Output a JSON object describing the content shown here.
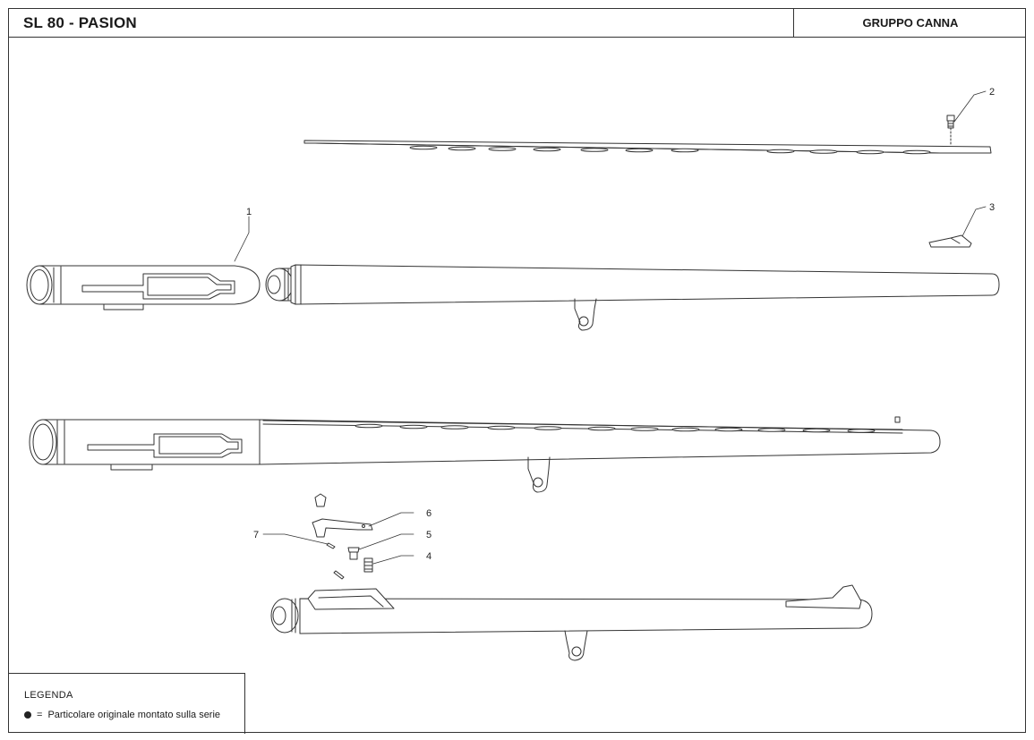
{
  "header": {
    "title": "SL 80 - PASION",
    "group": "GRUPPO CANNA"
  },
  "callouts": [
    "1",
    "2",
    "3",
    "4",
    "5",
    "6",
    "7"
  ],
  "legend": {
    "title": "LEGENDA",
    "symbol": "●",
    "equals": "=",
    "text": "Particolare originale montato sulla serie"
  }
}
